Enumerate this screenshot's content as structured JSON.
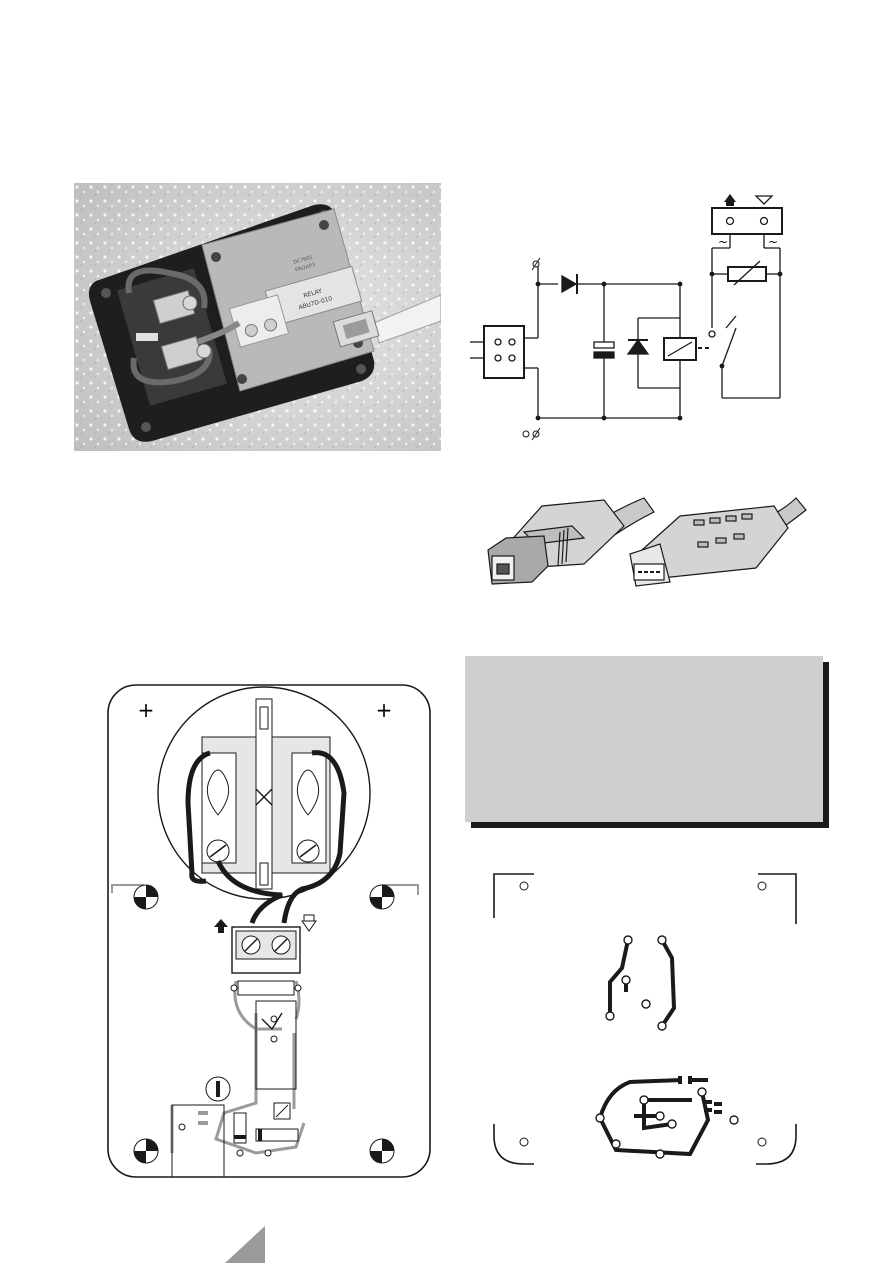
{
  "figures": {
    "photo": {
      "board_labels": [
        "RELAY",
        "ABU7D-010",
        "DC7901",
        "FRI2AP3"
      ]
    },
    "schematic": {
      "symbols": [
        "~",
        "~"
      ]
    },
    "usb_connectors": {},
    "shaded_box": {},
    "component_layout": {},
    "pcb_foil": {}
  },
  "colors": {
    "ink": "#1a1a1a",
    "board_grey": "#c8c8c8",
    "box_fill": "#cfcfcf",
    "track_grey": "#9a9a9a"
  }
}
